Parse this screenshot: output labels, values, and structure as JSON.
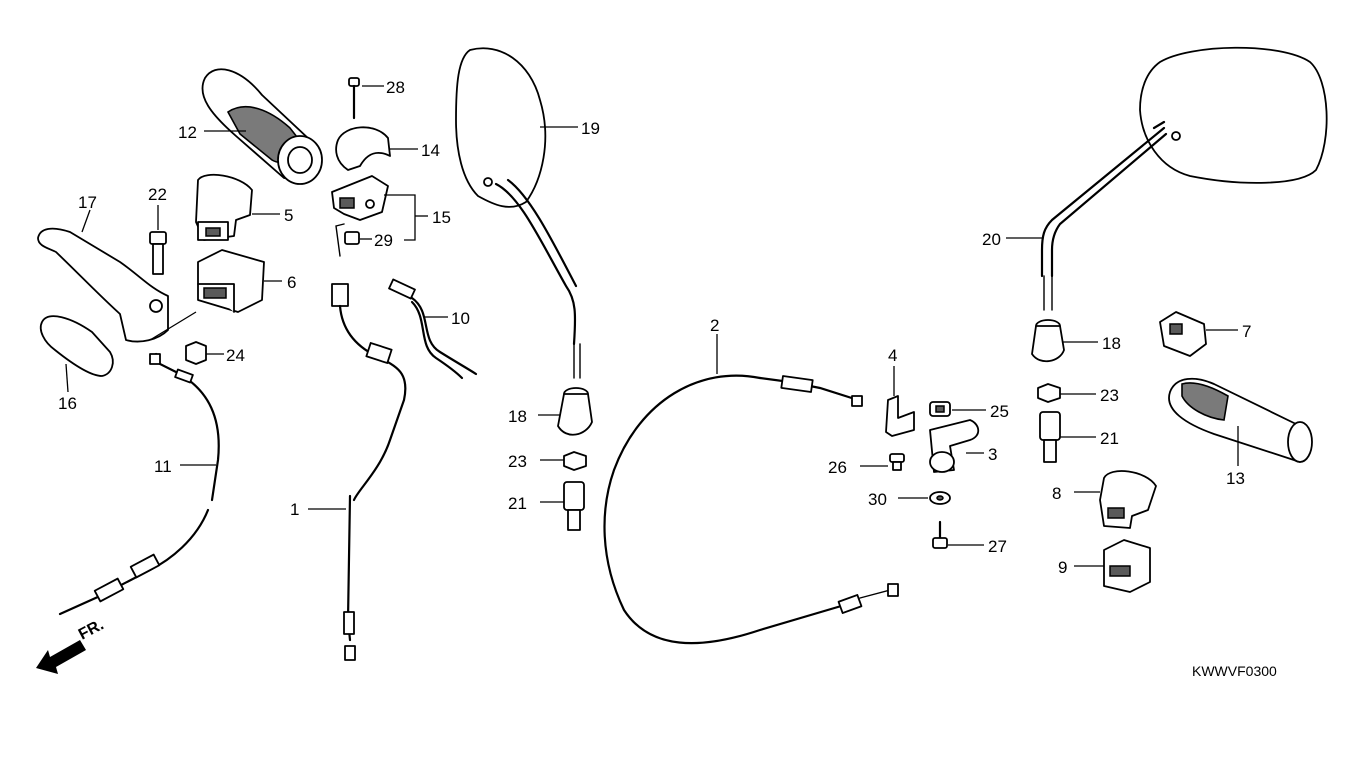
{
  "diagram_code": "KWWVF0300",
  "front_label": "FR.",
  "callouts": {
    "c1": "1",
    "c2": "2",
    "c3": "3",
    "c4": "4",
    "c5": "5",
    "c6": "6",
    "c7": "7",
    "c8": "8",
    "c9": "9",
    "c10": "10",
    "c11": "11",
    "c12": "12",
    "c13": "13",
    "c14": "14",
    "c15": "15",
    "c16": "16",
    "c17": "17",
    "c18a": "18",
    "c18b": "18",
    "c19": "19",
    "c20": "20",
    "c21a": "21",
    "c21b": "21",
    "c22": "22",
    "c23a": "23",
    "c23b": "23",
    "c24": "24",
    "c25": "25",
    "c26": "26",
    "c27": "27",
    "c28": "28",
    "c29": "29",
    "c30": "30"
  },
  "icons": {
    "front_arrow": "front-direction-arrow-icon"
  }
}
